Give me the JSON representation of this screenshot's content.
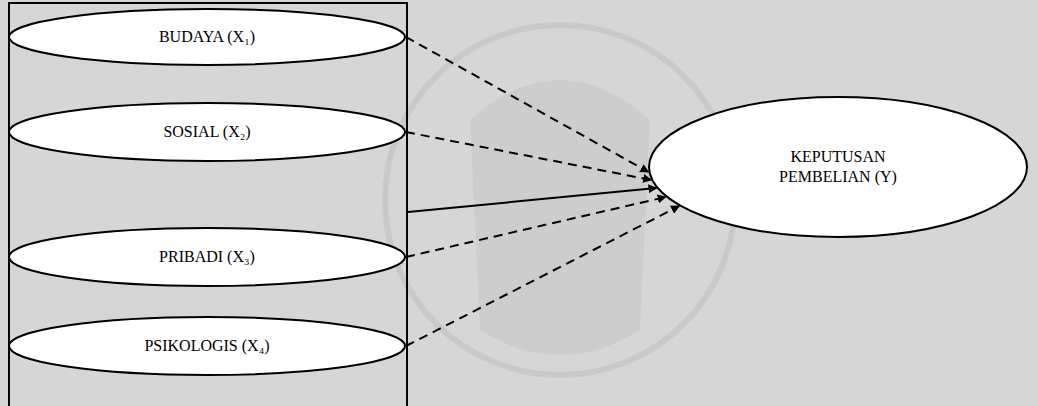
{
  "diagram": {
    "nodes": [
      {
        "text": []
      },
      {
        "text": [
          "BUDAYA (X₁)"
        ],
        "in": 0
      },
      {
        "text": [
          "SOSIAL (X₂)"
        ],
        "in": 0
      },
      {
        "text": [
          "PRIBADI (X₃)"
        ],
        "in": 0
      },
      {
        "text": [
          "PSIKOLOGIS (X₄)"
        ],
        "in": 0
      },
      {
        "text": [
          "KEPUTUSAN PEMBELIAN (Y)"
        ]
      }
    ],
    "edges": [
      {
        "from": 1,
        "to": 5,
        "arrow": "to"
      },
      {
        "from": 2,
        "to": 5,
        "arrow": "to"
      },
      {
        "from": 3,
        "to": 5,
        "arrow": "to"
      },
      {
        "from": 4,
        "to": 5,
        "arrow": "to"
      },
      {
        "from": 0,
        "to": 5,
        "arrow": "to"
      }
    ]
  }
}
